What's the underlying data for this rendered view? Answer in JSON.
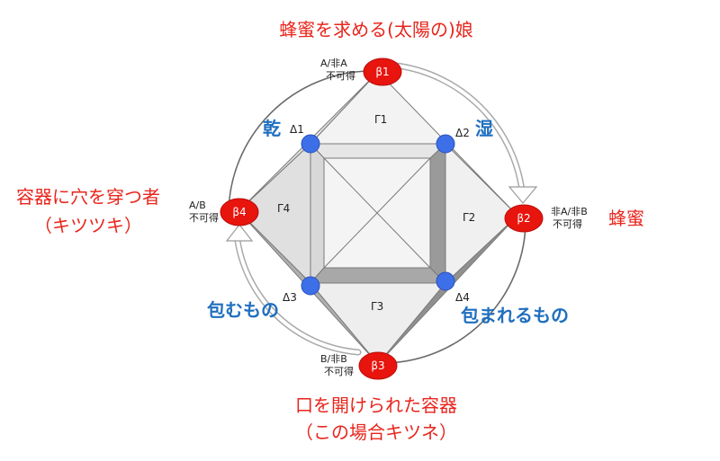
{
  "colors": {
    "accent_red": "#e8251c",
    "accent_blue": "#1f6fbf",
    "node_red": "#e8140e",
    "node_blue": "#3d6fe8",
    "shade_dark": "#8a8a8a",
    "shade_mid": "#b5b5b5",
    "shade_light": "#e3e3e3",
    "shade_lightest": "#f3f3f3"
  },
  "labels": {
    "top": "蜂蜜を求める(太陽の)娘",
    "left_line1": "容器に穴を穿つ者",
    "left_line2": "（キツツキ）",
    "right": "蜂蜜",
    "bottom_line1": "口を開けられた容器",
    "bottom_line2": "（この場合キツネ）"
  },
  "concepts": {
    "kan": "乾",
    "shitsu": "湿",
    "tsutsumu": "包むもの",
    "tsutsumareru": "包まれるもの"
  },
  "beta": {
    "b1": "β1",
    "b2": "β2",
    "b3": "β3",
    "b4": "β4"
  },
  "delta": {
    "d1": "Δ1",
    "d2": "Δ2",
    "d3": "Δ3",
    "d4": "Δ4"
  },
  "gamma": {
    "g1": "Γ1",
    "g2": "Γ2",
    "g3": "Γ3",
    "g4": "Γ4"
  },
  "predicates": {
    "top_line1": "A/非A",
    "top_line2": "不可得",
    "left_line1": "A/B",
    "left_line2": "不可得",
    "right_line1": "非A/非B",
    "right_line2": "不可得",
    "bottom_line1": "B/非B",
    "bottom_line2": "不可得"
  }
}
